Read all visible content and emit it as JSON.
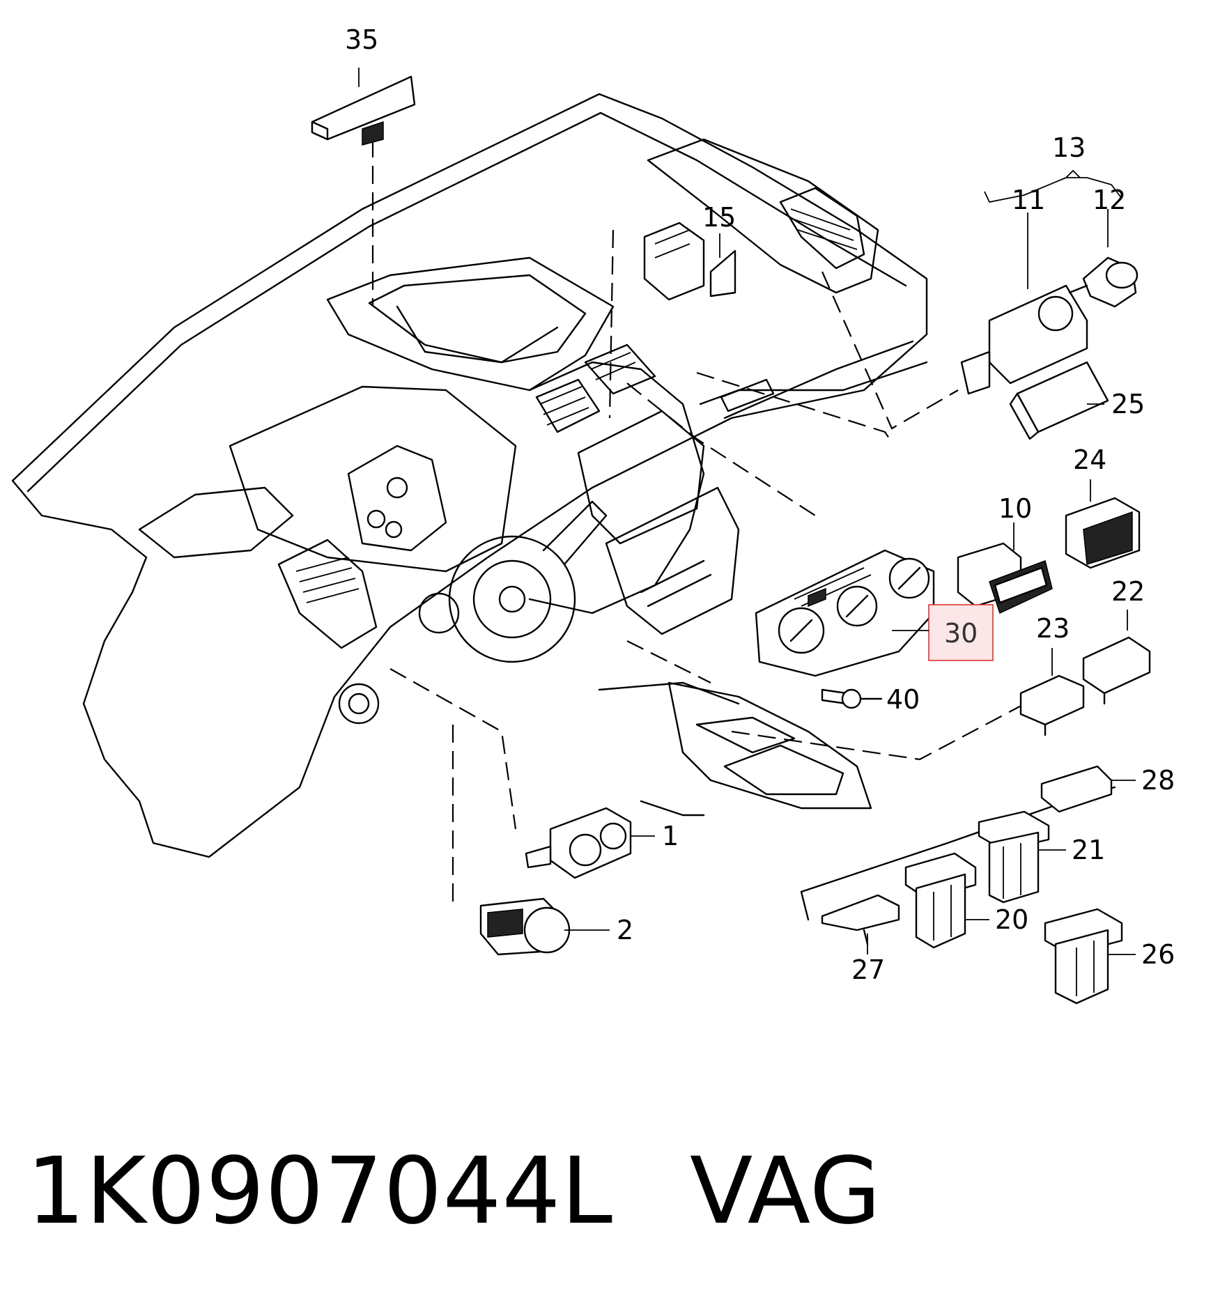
{
  "callouts": {
    "c35": "35",
    "c15": "15",
    "c13": "13",
    "c11": "11",
    "c12": "12",
    "c25": "25",
    "c24": "24",
    "c10": "10",
    "c22": "22",
    "c23": "23",
    "c30": "30",
    "c40": "40",
    "c1": "1",
    "c2": "2",
    "c28": "28",
    "c21": "21",
    "c20": "20",
    "c27": "27",
    "c26": "26"
  },
  "highlight": {
    "callout": "30",
    "color": "#e0302f"
  },
  "footer": {
    "part_number": "1K0907044L",
    "brand": "VAG"
  }
}
